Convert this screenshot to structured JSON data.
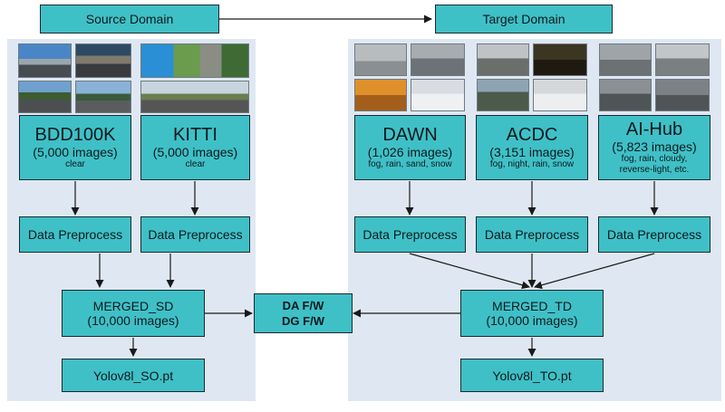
{
  "headers": {
    "source": "Source Domain",
    "target": "Target Domain"
  },
  "datasets": [
    {
      "key": "bdd",
      "name": "BDD100K",
      "count": "(5,000 images)",
      "conditions": [
        "clear"
      ]
    },
    {
      "key": "kitti",
      "name": "KITTI",
      "count": "(5,000 images)",
      "conditions": [
        "clear"
      ]
    },
    {
      "key": "dawn",
      "name": "DAWN",
      "count": "(1,026 images)",
      "conditions": [
        "fog, rain, sand, snow"
      ]
    },
    {
      "key": "acdc",
      "name": "ACDC",
      "count": "(3,151 images)",
      "conditions": [
        "fog, night, rain, snow"
      ]
    },
    {
      "key": "aihub",
      "name": "AI-Hub",
      "count": "(5,823 images)",
      "conditions": [
        "fog, rain, cloudy,",
        "reverse-light, etc."
      ]
    }
  ],
  "preprocess_label": "Data Preprocess",
  "merged_source": {
    "name": "MERGED_SD",
    "count": "(10,000 images)"
  },
  "merged_target": {
    "name": "MERGED_TD",
    "count": "(10,000 images)"
  },
  "framework": {
    "line1": "DA F/W",
    "line2": "DG F/W"
  },
  "models": {
    "source": "Yolov8l_SO.pt",
    "target": "Yolov8l_TO.pt"
  },
  "colors": {
    "box": "#3fc0c6",
    "panel": "#dfe8f2",
    "arrow": "#1a1a1a"
  }
}
